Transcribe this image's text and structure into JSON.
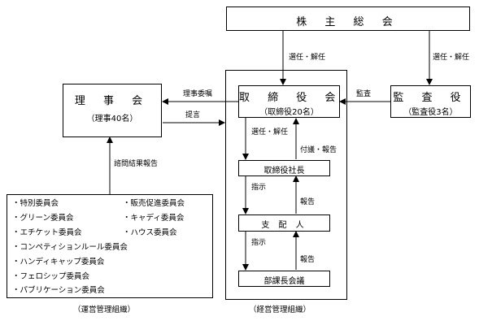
{
  "shareholders": {
    "title": "株 主 総 会"
  },
  "directors_board": {
    "title": "取 締 役 会",
    "sub": "（取締役20名）"
  },
  "auditors": {
    "title": "監 査 役",
    "sub": "（監査役3名）"
  },
  "council": {
    "title": "理 事 会",
    "sub": "（理事40名）"
  },
  "president": {
    "title": "取締役社長"
  },
  "manager": {
    "title": "支 配 人"
  },
  "dept_meeting": {
    "title": "部課長会議"
  },
  "labels": {
    "elect_dismiss_top": "選任・解任",
    "elect_dismiss_auditor": "選任・解任",
    "audit": "監査",
    "director_commission": "理事委嘱",
    "proposal": "提言",
    "consult_report": "諮問結果報告",
    "elect_dismiss_president": "選任・解任",
    "refer_report": "付議・報告",
    "instruct1": "指示",
    "report1": "報告",
    "instruct2": "指示",
    "report2": "報告"
  },
  "committees": {
    "left": [
      "・特別委員会",
      "・グリーン委員会",
      "・エチケット委員会",
      "・コンペティションルール委員会",
      "・ハンディキャップ委員会",
      "・フェロシップ委員会",
      "・パブリケーション委員会"
    ],
    "right": [
      "・販売促進委員会",
      "・キャディ委員会",
      "・ハウス委員会"
    ]
  },
  "captions": {
    "operations": "（運営管理組織）",
    "management": "（経営管理組織）"
  }
}
